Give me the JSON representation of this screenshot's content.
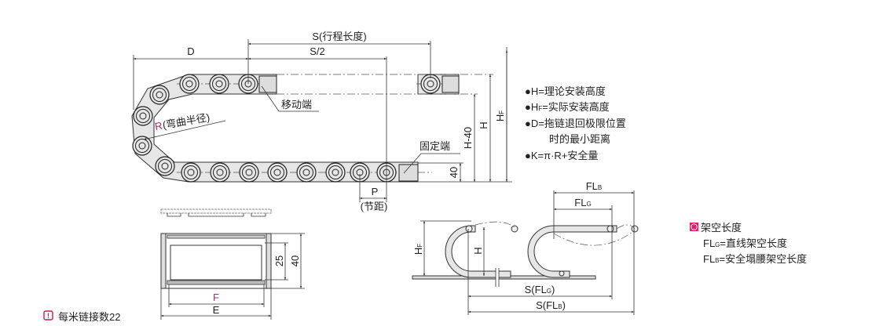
{
  "main_view": {
    "stroke_label": "S(行程长度)",
    "half_stroke_label": "S/2",
    "d_label": "D",
    "moving_end_label": "移动端",
    "fixed_end_label": "固定端",
    "radius_letter": "R",
    "radius_label": "(弯曲半径)",
    "pitch_label": "P",
    "pitch_note": "(节距)",
    "dim_40": "40",
    "dim_h40": "H-40",
    "dim_h": "H",
    "dim_hf": {
      "main": "H",
      "sub": "F"
    }
  },
  "definitions": [
    "●H=理论安装高度",
    {
      "pre": "●H",
      "sub": "F",
      "post": "=实际安装高度"
    },
    "●D=拖链退回极限位置",
    "时的最小距离",
    "●K=π·R+安全量"
  ],
  "cross_section": {
    "inner_height": "25",
    "outer_height": "40",
    "inner_width": "F",
    "outer_width": "E"
  },
  "note": {
    "icon": "exclamation-box-icon",
    "text": "每米链接数22"
  },
  "unsupported_view": {
    "flb": {
      "main": "FL",
      "sub": "B"
    },
    "flg": {
      "main": "FL",
      "sub": "G"
    },
    "hf": {
      "main": "H",
      "sub": "F"
    },
    "h": "H",
    "s_flg": {
      "pre": "S(FL",
      "sub": "G",
      "post": ")"
    },
    "s_flb": {
      "pre": "S(FL",
      "sub": "B",
      "post": ")"
    }
  },
  "legend": {
    "title": "架空长度",
    "flg_line": {
      "main": "FL",
      "sub": "G",
      "post": "=直线架空长度"
    },
    "flb_line": {
      "main": "FL",
      "sub": "B",
      "post": "=安全塌腰架空长度"
    }
  },
  "colors": {
    "accent_magenta": "#a0307a",
    "legend_marker": "#e0206f",
    "note_icon": "#d4145a"
  }
}
